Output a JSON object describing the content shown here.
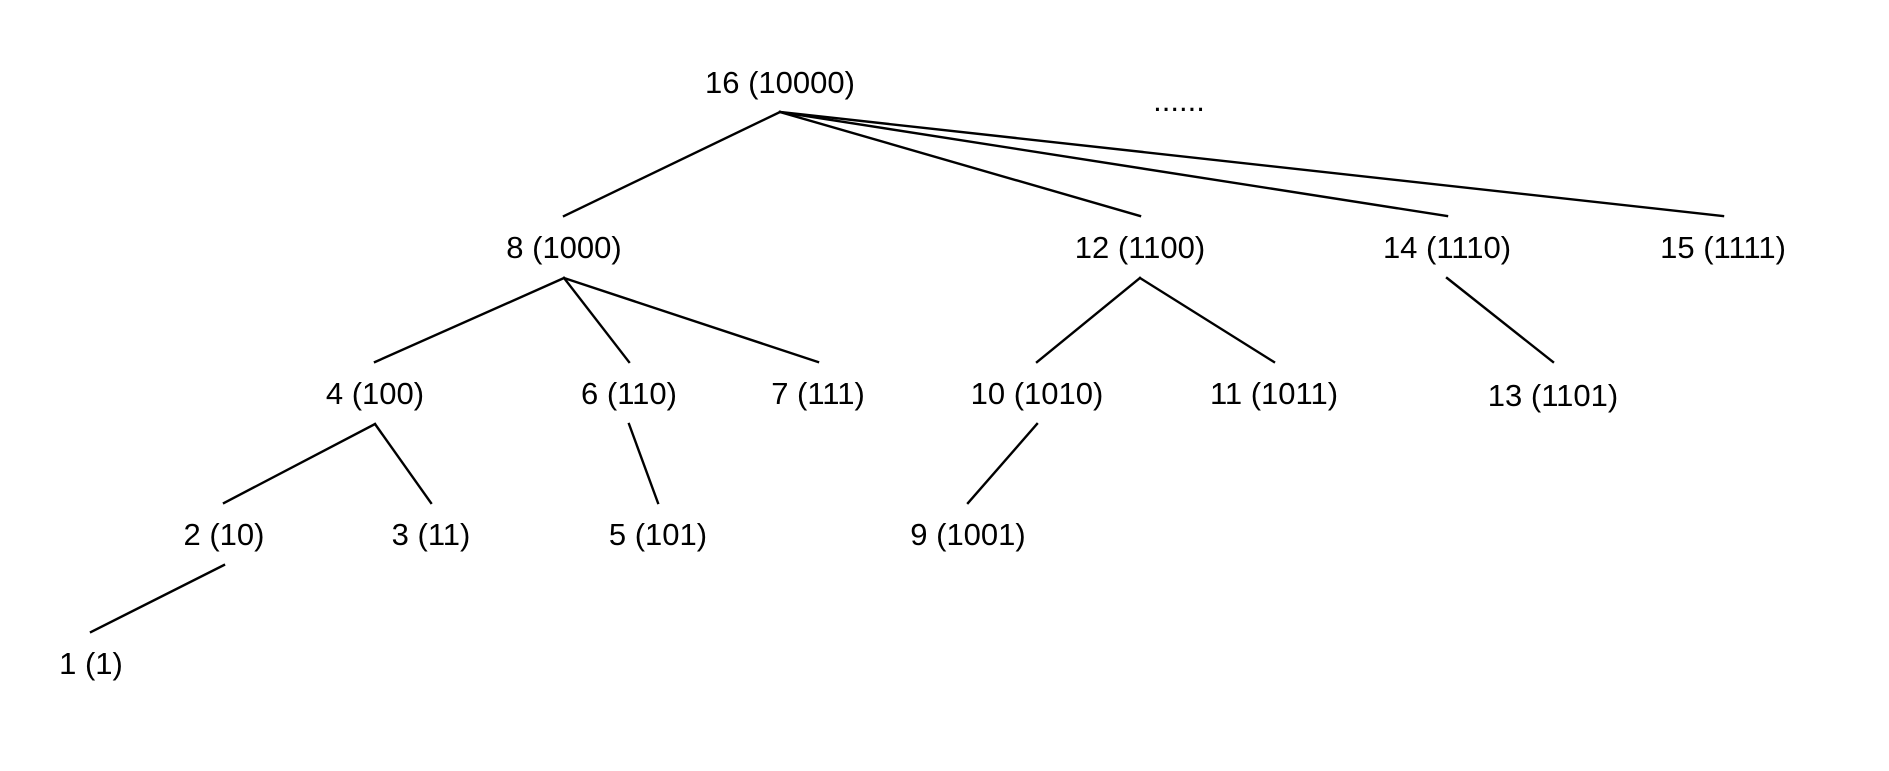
{
  "colors": {
    "background": "#ffffff",
    "ink": "#000000"
  },
  "ellipsis": "......",
  "nodes": [
    {
      "id": "n16",
      "label": "16 (10000)"
    },
    {
      "id": "n8",
      "label": "8 (1000)"
    },
    {
      "id": "n12",
      "label": "12 (1100)"
    },
    {
      "id": "n14",
      "label": "14 (1110)"
    },
    {
      "id": "n15",
      "label": "15 (1111)"
    },
    {
      "id": "n4",
      "label": "4 (100)"
    },
    {
      "id": "n6",
      "label": "6 (110)"
    },
    {
      "id": "n7",
      "label": "7 (111)"
    },
    {
      "id": "n10",
      "label": "10 (1010)"
    },
    {
      "id": "n11",
      "label": "11 (1011)"
    },
    {
      "id": "n13",
      "label": "13 (1101)"
    },
    {
      "id": "n2",
      "label": "2 (10)"
    },
    {
      "id": "n3",
      "label": "3 (11)"
    },
    {
      "id": "n5",
      "label": "5 (101)"
    },
    {
      "id": "n9",
      "label": "9 (1001)"
    },
    {
      "id": "n1",
      "label": "1 (1)"
    }
  ],
  "edges": [
    {
      "from": "n16",
      "to": "n8"
    },
    {
      "from": "n16",
      "to": "n12"
    },
    {
      "from": "n16",
      "to": "n14"
    },
    {
      "from": "n16",
      "to": "n15"
    },
    {
      "from": "n8",
      "to": "n4"
    },
    {
      "from": "n8",
      "to": "n6"
    },
    {
      "from": "n8",
      "to": "n7"
    },
    {
      "from": "n12",
      "to": "n10"
    },
    {
      "from": "n12",
      "to": "n11"
    },
    {
      "from": "n14",
      "to": "n13"
    },
    {
      "from": "n4",
      "to": "n2"
    },
    {
      "from": "n4",
      "to": "n3"
    },
    {
      "from": "n6",
      "to": "n5"
    },
    {
      "from": "n10",
      "to": "n9"
    },
    {
      "from": "n2",
      "to": "n1"
    }
  ]
}
